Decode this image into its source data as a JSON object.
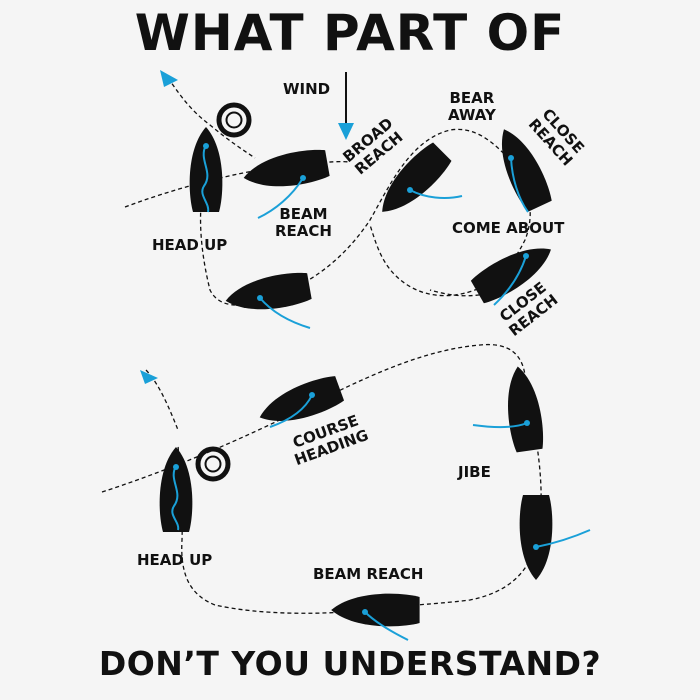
{
  "title_top": "WHAT PART OF",
  "title_bottom": "DON’T YOU UNDERSTAND?",
  "labels": {
    "wind": "WIND",
    "broad_reach_1": "BROAD",
    "broad_reach_2": "REACH",
    "bear_away_1": "BEAR",
    "bear_away_2": "AWAY",
    "close_reach_top_1": "CLOSE",
    "close_reach_top_2": "REACH",
    "beam_reach_top_1": "BEAM",
    "beam_reach_top_2": "REACH",
    "head_up_top": "HEAD UP",
    "come_about": "COME ABOUT",
    "close_reach_mid_1": "CLOSE",
    "close_reach_mid_2": "REACH",
    "course_heading_1": "COURSE",
    "course_heading_2": "HEADING",
    "jibe": "JIBE",
    "head_up_bottom": "HEAD UP",
    "beam_reach_bottom": "BEAM REACH"
  },
  "colors": {
    "background": "#f5f5f5",
    "ink": "#111111",
    "accent": "#1aa0d8"
  },
  "icons": [
    "arrow-up-icon",
    "wind-arrow-icon",
    "life-ring-icon",
    "boat-icon"
  ]
}
